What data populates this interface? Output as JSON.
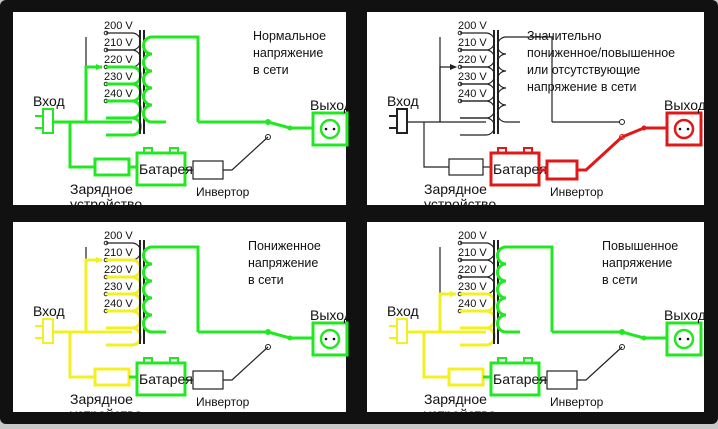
{
  "colors": {
    "normal": "#22e822",
    "reduced": "#f2f020",
    "fault": "#e01818",
    "idle": "#222222",
    "background": "#ffffff",
    "border": "#111111"
  },
  "labels": {
    "input": "Вход",
    "output": "Выход",
    "battery": "Батарея",
    "charger_line1": "Зарядное",
    "charger_line2": "устройство",
    "inverter": "Инвертор"
  },
  "taps": [
    "200 V",
    "210 V",
    "220 V",
    "230 V",
    "240 V"
  ],
  "panels": [
    {
      "id": "normal",
      "caption": [
        "Нормальное",
        "напряжение",
        "в сети"
      ],
      "selected_tap": "220 V",
      "primary_color": "normal",
      "secondary_color": "normal",
      "charger_color": "normal",
      "battery_color": "normal",
      "inverter_color": "idle",
      "output_color": "normal",
      "output_source": "transformer",
      "input_line_color": "normal"
    },
    {
      "id": "fault",
      "caption": [
        "Значительно",
        "пониженное/повышенное",
        "или отсутствующие",
        "напряжение в сети"
      ],
      "selected_tap": "220 V",
      "primary_color": "idle",
      "secondary_color": "idle",
      "charger_color": "idle",
      "battery_color": "fault",
      "inverter_color": "fault",
      "output_color": "fault",
      "output_source": "inverter",
      "input_line_color": "idle"
    },
    {
      "id": "reduced",
      "caption": [
        "Пониженное",
        "напряжение",
        "в сети"
      ],
      "selected_tap": "210 V",
      "primary_color": "reduced",
      "secondary_color": "normal",
      "charger_color": "reduced",
      "battery_color": "normal",
      "inverter_color": "idle",
      "output_color": "normal",
      "output_source": "transformer",
      "input_line_color": "reduced"
    },
    {
      "id": "raised",
      "caption": [
        "Повышенное",
        "напряжение",
        "в сети"
      ],
      "selected_tap": "230 V",
      "primary_color": "reduced",
      "secondary_color": "normal",
      "charger_color": "reduced",
      "battery_color": "normal",
      "inverter_color": "idle",
      "output_color": "normal",
      "output_source": "transformer",
      "input_line_color": "reduced"
    }
  ]
}
